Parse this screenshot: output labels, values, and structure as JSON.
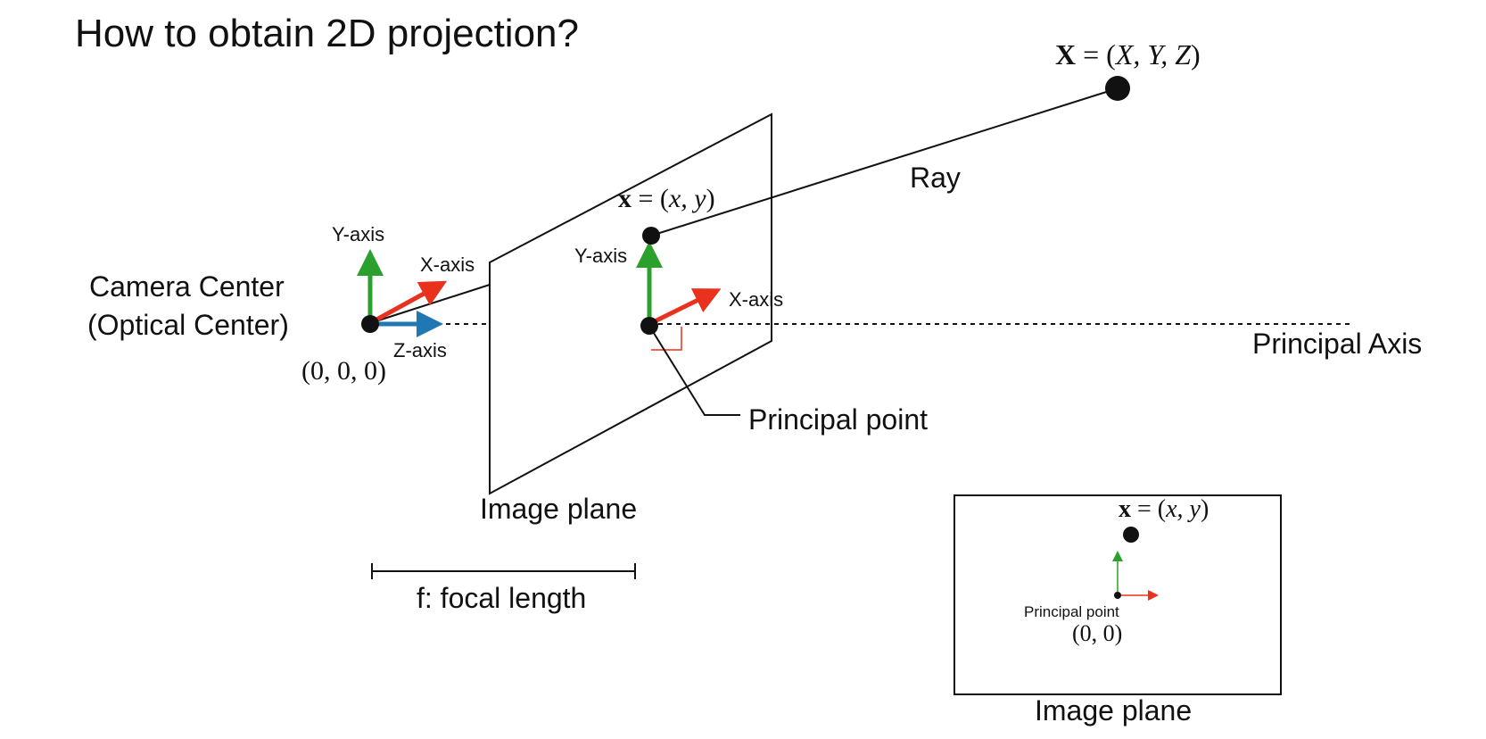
{
  "title": "How to obtain 2D projection?",
  "camera": {
    "label_line1": "Camera Center",
    "label_line2": "(Optical Center)",
    "origin": "(0, 0, 0)",
    "y_axis": "Y-axis",
    "x_axis": "X-axis",
    "z_axis": "Z-axis"
  },
  "world_point": {
    "bold": "X",
    "eq": " = (",
    "vars": "X, Y, Z",
    "close": ")"
  },
  "ray_label": "Ray",
  "image_point": {
    "bold": "x",
    "eq": " = (",
    "vars": "x, y",
    "close": ")"
  },
  "plane_axes": {
    "y_axis": "Y-axis",
    "x_axis": "X-axis"
  },
  "principal_axis": "Principal Axis",
  "principal_point": "Principal point",
  "image_plane_label": "Image plane",
  "focal_length": "f: focal length",
  "inset": {
    "point": {
      "bold": "x",
      "eq": " = (",
      "vars": "x, y",
      "close": ")"
    },
    "principal_point": "Principal point",
    "origin": "(0, 0)",
    "label": "Image plane"
  },
  "colors": {
    "y_axis": "#2ca02c",
    "x_axis": "#e8321e",
    "z_axis": "#1f77b4",
    "right_angle": "#e8321e",
    "ink": "#111111"
  }
}
